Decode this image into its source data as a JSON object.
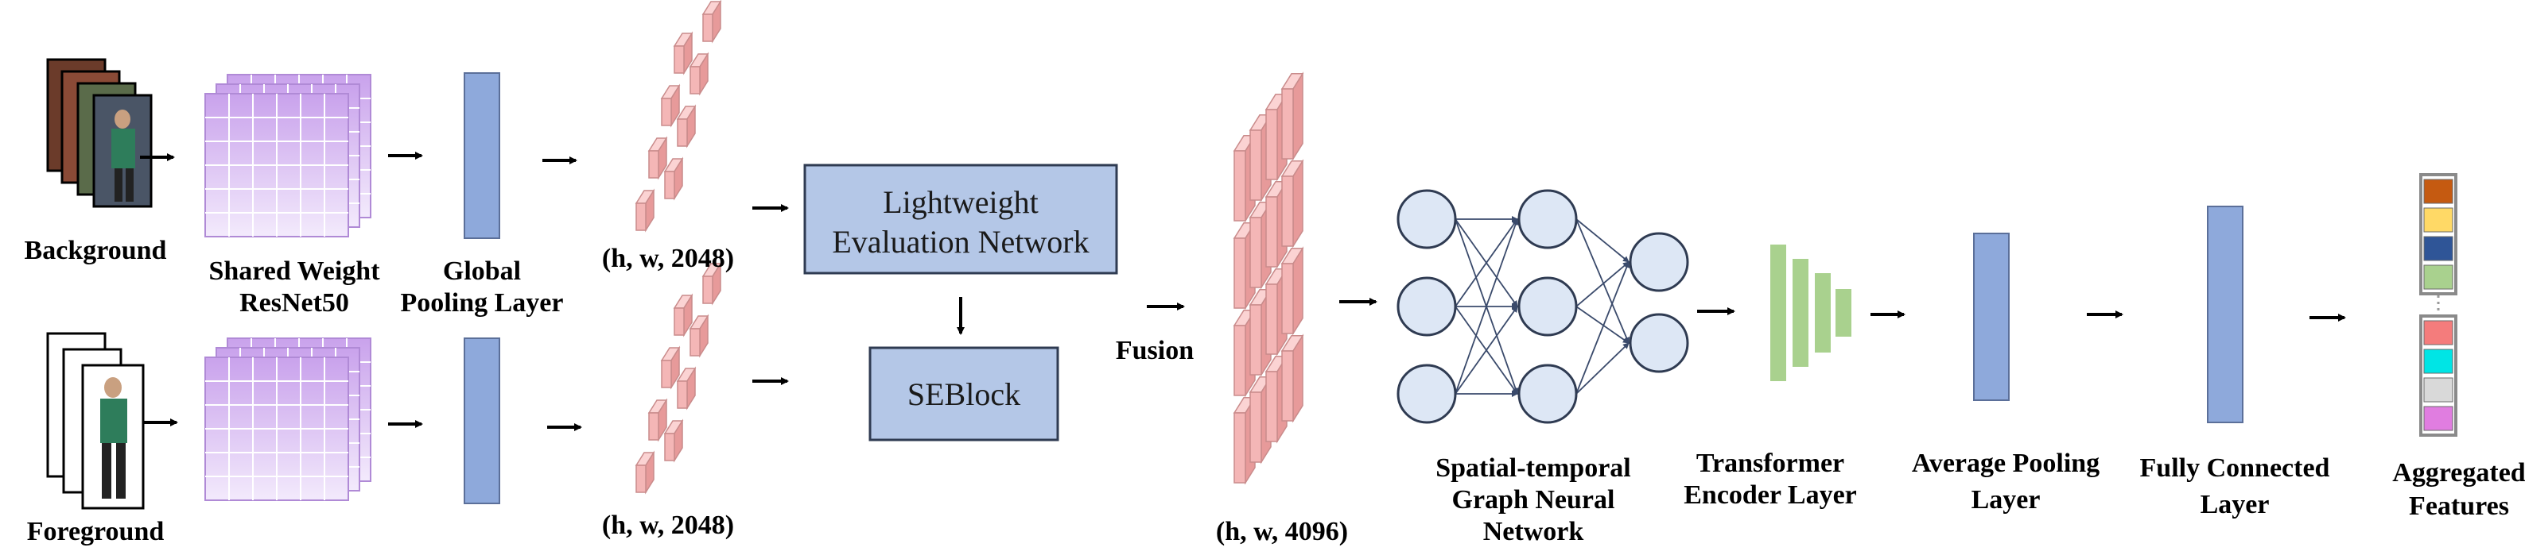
{
  "labels": {
    "background": "Background",
    "foreground": "Foreground",
    "shared_weight_1": "Shared Weight",
    "shared_weight_2": "ResNet50",
    "global_pool_1": "Global",
    "global_pool_2": "Pooling Layer",
    "dim_top": "(h, w, 2048)",
    "dim_bottom": "(h, w, 2048)",
    "lightweight_1": "Lightweight",
    "lightweight_2": "Evaluation Network",
    "seblock": "SEBlock",
    "fusion": "Fusion",
    "dim_fused": "(h, w, 4096)",
    "stgnn_1": "Spatial-temporal",
    "stgnn_2": "Graph Neural",
    "stgnn_3": "Network",
    "transformer_1": "Transformer",
    "transformer_2": "Encoder Layer",
    "avgpool_1": "Average Pooling",
    "avgpool_2": "Layer",
    "fc_1": "Fully Connected",
    "fc_2": "Layer",
    "agg_1": "Aggregated",
    "agg_2": "Features"
  },
  "colors": {
    "resnet_grid": "#d9b8f0",
    "pool_bar": "#8ea9db",
    "feature_block": "#f4b6b6",
    "box_fill": "#b4c7e7",
    "node_fill": "#dde7f5",
    "transformer_bar": "#a9d18e",
    "aggregated_top": [
      "#c55a11",
      "#ffd966",
      "#2f5597",
      "#a9d18e"
    ],
    "aggregated_bottom": [
      "#f47c7c",
      "#00e5e5",
      "#d9d9d9",
      "#e07de0"
    ]
  }
}
